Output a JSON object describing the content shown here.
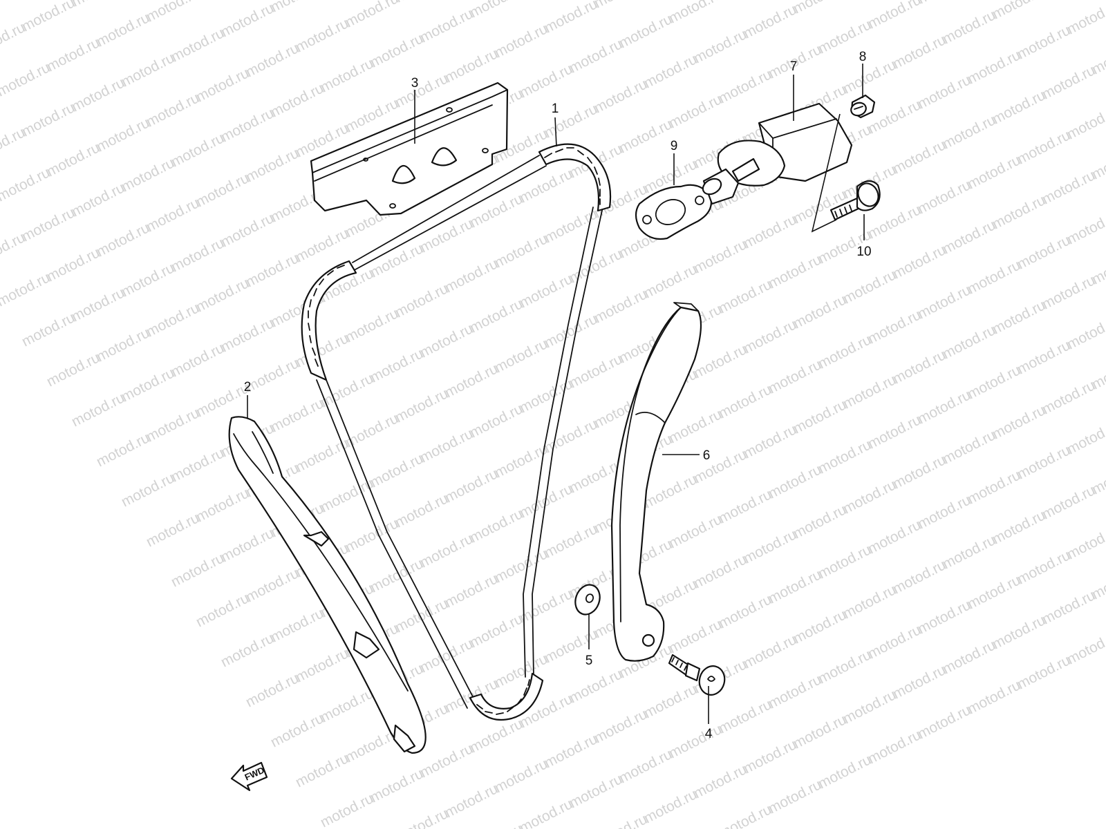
{
  "watermark": {
    "text": "motod.ru",
    "color": "#d2d2d2"
  },
  "line_color": "#111111",
  "background": "#ffffff",
  "callouts": {
    "chain": "1",
    "guide_front": "2",
    "guide_top": "3",
    "bolt_guide": "4",
    "washer": "5",
    "tensioner_arm": "6",
    "tensioner_adjuster": "7",
    "plug": "8",
    "gasket": "9",
    "bolt_adjuster": "10"
  },
  "fwd_label": "FWD"
}
